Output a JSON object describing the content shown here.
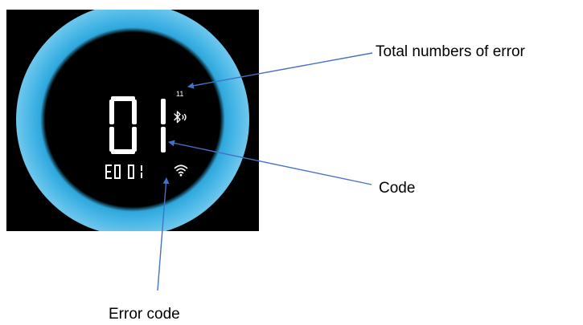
{
  "display": {
    "big_digits": "01",
    "count_digits": "11",
    "small_code_left": "E0",
    "small_code_right": "01"
  },
  "callouts": {
    "total_errors": "Total numbers of error",
    "code": "Code",
    "error_code": "Error code"
  },
  "icons": [
    "bluetooth-icon",
    "wifi-icon"
  ],
  "colors": {
    "ring_glow": "#46b6e6",
    "arrow": "#4472c4",
    "segment": "#ffffff",
    "panel": "#000000"
  }
}
